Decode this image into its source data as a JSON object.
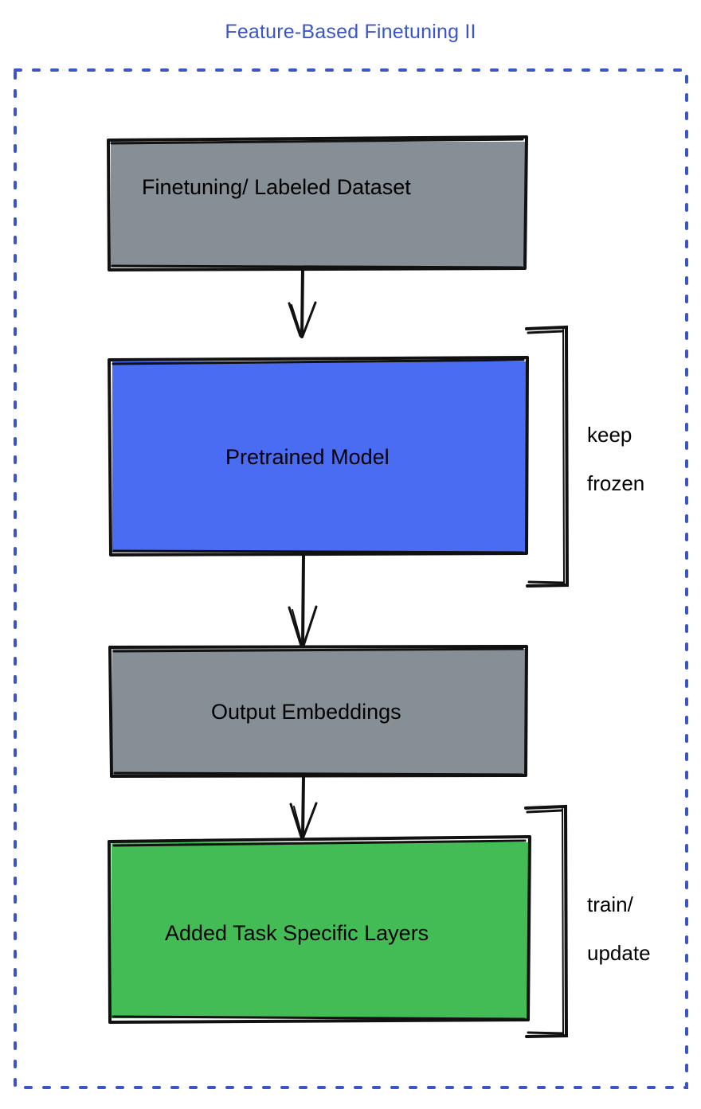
{
  "diagram": {
    "title": "Feature-Based Finetuning II",
    "title_color": "#3b55c9",
    "outer_border_color": "#3b55c9",
    "outer_border_style": "dashed",
    "background": "#ffffff",
    "nodes": [
      {
        "id": "dataset",
        "label": "Finetuning/ Labeled Dataset",
        "fill": "#868e96",
        "stroke": "#000000",
        "shape": "rectangle"
      },
      {
        "id": "pretrained",
        "label": "Pretrained Model",
        "fill": "#4a6cf2",
        "stroke": "#000000",
        "shape": "rectangle"
      },
      {
        "id": "embeddings",
        "label": "Output Embeddings",
        "fill": "#868e96",
        "stroke": "#000000",
        "shape": "rectangle"
      },
      {
        "id": "tasklayers",
        "label": "Added Task Specific Layers",
        "fill": "#44bc55",
        "stroke": "#000000",
        "shape": "rectangle"
      }
    ],
    "edges": [
      {
        "from": "dataset",
        "to": "pretrained",
        "style": "arrow"
      },
      {
        "from": "pretrained",
        "to": "embeddings",
        "style": "arrow"
      },
      {
        "from": "embeddings",
        "to": "tasklayers",
        "style": "arrow"
      }
    ],
    "annotations": [
      {
        "id": "keep-frozen",
        "line1": "keep",
        "line2": "frozen",
        "target": "pretrained",
        "bracket": "right"
      },
      {
        "id": "train-update",
        "line1": "train/",
        "line2": "update",
        "target": "tasklayers",
        "bracket": "right"
      }
    ]
  }
}
